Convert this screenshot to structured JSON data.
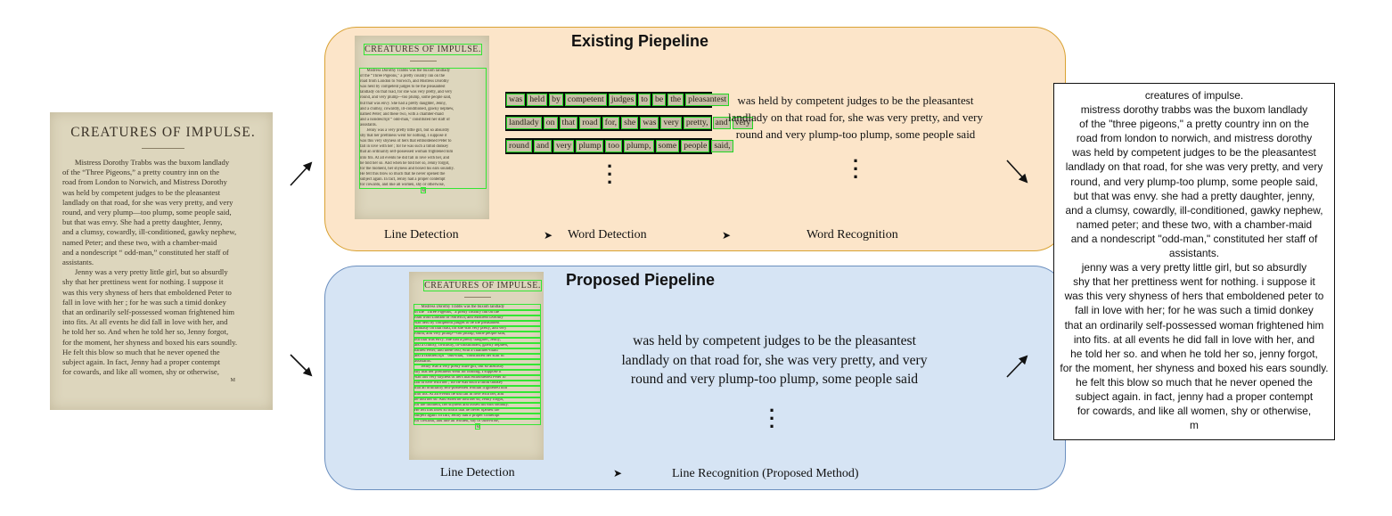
{
  "document": {
    "title": "CREATURES OF IMPULSE.",
    "page_number": "M",
    "lines": [
      {
        "text": "Mistress Dorothy Trabbs was the buxom landlady",
        "indent": true
      },
      {
        "text": "of the “Three Pigeons,” a pretty country inn on the",
        "indent": false
      },
      {
        "text": "road from London to Norwich, and Mistress Dorothy",
        "indent": false
      },
      {
        "text": "was held by competent judges to be the pleasantest",
        "indent": false
      },
      {
        "text": "landlady on that road, for she was very pretty, and very",
        "indent": false
      },
      {
        "text": "round, and very plump—too plump, some people said,",
        "indent": false
      },
      {
        "text": "but that was envy.  She had a pretty daughter, Jenny,",
        "indent": false
      },
      {
        "text": "and a clumsy, cowardly, ill-conditioned, gawky nephew,",
        "indent": false
      },
      {
        "text": "named Peter; and these two, with a chamber-maid",
        "indent": false
      },
      {
        "text": "and a nondescript “ odd-man,” constituted her staff of",
        "indent": false
      },
      {
        "text": "assistants.",
        "indent": false
      },
      {
        "text": "Jenny was a very pretty little girl, but so absurdly",
        "indent": true
      },
      {
        "text": "shy that her prettiness went for nothing.  I suppose it",
        "indent": false
      },
      {
        "text": "was this very shyness of hers that emboldened Peter to",
        "indent": false
      },
      {
        "text": "fall in love with her ; for he was such a timid donkey",
        "indent": false
      },
      {
        "text": "that an ordinarily self-possessed woman frightened him",
        "indent": false
      },
      {
        "text": "into fits.  At all events he did fall in love with her, and",
        "indent": false
      },
      {
        "text": "he told her so.  And when he told her so, Jenny forgot,",
        "indent": false
      },
      {
        "text": "for the moment, her shyness and boxed his ears soundly.",
        "indent": false
      },
      {
        "text": "He felt this blow so much that he never opened the",
        "indent": false
      },
      {
        "text": "subject again.  In fact, Jenny had a proper contempt",
        "indent": false
      },
      {
        "text": "for cowards, and like all women, shy or otherwise,",
        "indent": false
      }
    ]
  },
  "existing": {
    "title": "Existing Piepeline",
    "stages": [
      "Line Detection",
      "Word Detection",
      "Word Recognition"
    ],
    "word_rows": [
      [
        "was",
        "held",
        "by",
        "competent",
        "judges",
        "to",
        "be",
        "the",
        "pleasantest"
      ],
      [
        "landlady",
        "on",
        "that",
        "road",
        "for,",
        "she",
        "was",
        "very",
        "pretty,",
        "and",
        "very"
      ],
      [
        "round",
        "and",
        "very",
        "plump",
        "too",
        "plump,",
        "some",
        "people",
        "said,"
      ]
    ],
    "recognized": [
      "was held by competent judges to be the pleasantest",
      "landlady on that road for, she was very pretty, and very",
      "round and very plump-too plump, some people said"
    ]
  },
  "proposed": {
    "title": "Proposed Piepeline",
    "stages": [
      "Line Detection",
      "Line Recognition (Proposed Method)"
    ],
    "recognized": [
      "was held by competent judges to be the pleasantest",
      "landlady on that road for, she was very pretty, and very",
      "round and very plump-too plump, some people said"
    ]
  },
  "output": {
    "lines": [
      "creatures of impulse.",
      "mistress dorothy trabbs was the buxom landlady",
      "of the \"three pigeons,\" a pretty country inn on the",
      "road from london to norwich, and mistress dorothy",
      "was held by competent judges to be the pleasantest",
      "landlady on that road, for she was very pretty, and very",
      "round, and very plump-too plump, some people said,",
      "but that was envy. she had a pretty daughter, jenny,",
      "and a clumsy, cowardly, ill-conditioned, gawky nephew,",
      "named peter; and these two, with a chamber-maid",
      "and a nondescript \"odd-man,\" constituted her staff of",
      "assistants.",
      "jenny was a very pretty little girl, but so absurdly",
      "shy that her prettiness went for nothing. i suppose it",
      "was this very shyness of hers that emboldened peter to",
      "fall in love with her; for he was such a timid donkey",
      "that an ordinarily self-possessed woman frightened him",
      "into fits. at all events he did fall in love with her, and",
      "he told her so. and when he told her so, jenny forgot,",
      "for the moment, her shyness and boxed his ears soundly.",
      "he felt this blow so much that he never opened the",
      "subject again. in fact, jenny had a proper contempt",
      "for cowards, and like all women, shy or otherwise,",
      "m"
    ]
  },
  "colors": {
    "existing_fill": "#fce5c9",
    "existing_border": "#d9a233",
    "proposed_fill": "#d6e4f4",
    "proposed_border": "#6b8fbf",
    "detection_box": "#33e633",
    "paper": "#ddd6bd"
  },
  "icons": {
    "flow_arrow": "diagonal-arrow-icon",
    "stage_arrow": "arrowhead-icon",
    "continuation": "vertical-ellipsis-icon"
  }
}
